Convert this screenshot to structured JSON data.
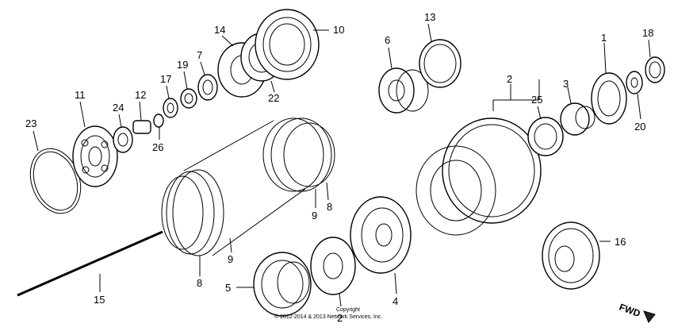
{
  "callouts": [
    {
      "id": "c1",
      "text": "1"
    },
    {
      "id": "c2a",
      "text": "2"
    },
    {
      "id": "c2b",
      "text": "2"
    },
    {
      "id": "c3",
      "text": "3"
    },
    {
      "id": "c4",
      "text": "4"
    },
    {
      "id": "c5",
      "text": "5"
    },
    {
      "id": "c6",
      "text": "6"
    },
    {
      "id": "c7",
      "text": "7"
    },
    {
      "id": "c8a",
      "text": "8"
    },
    {
      "id": "c8b",
      "text": "8"
    },
    {
      "id": "c9a",
      "text": "9"
    },
    {
      "id": "c9b",
      "text": "9"
    },
    {
      "id": "c10",
      "text": "10"
    },
    {
      "id": "c11",
      "text": "11"
    },
    {
      "id": "c12",
      "text": "12"
    },
    {
      "id": "c13",
      "text": "13"
    },
    {
      "id": "c14",
      "text": "14"
    },
    {
      "id": "c15",
      "text": "15"
    },
    {
      "id": "c16",
      "text": "16"
    },
    {
      "id": "c17",
      "text": "17"
    },
    {
      "id": "c18",
      "text": "18"
    },
    {
      "id": "c19",
      "text": "19"
    },
    {
      "id": "c20",
      "text": "20"
    },
    {
      "id": "c22",
      "text": "22"
    },
    {
      "id": "c23",
      "text": "23"
    },
    {
      "id": "c24",
      "text": "24"
    },
    {
      "id": "c25",
      "text": "25"
    },
    {
      "id": "c26",
      "text": "26"
    }
  ],
  "direction_label": "FWD",
  "copyright_line1": "Copyright",
  "copyright_line2": "© 2012-2014 & 2013 Network Services, Inc."
}
